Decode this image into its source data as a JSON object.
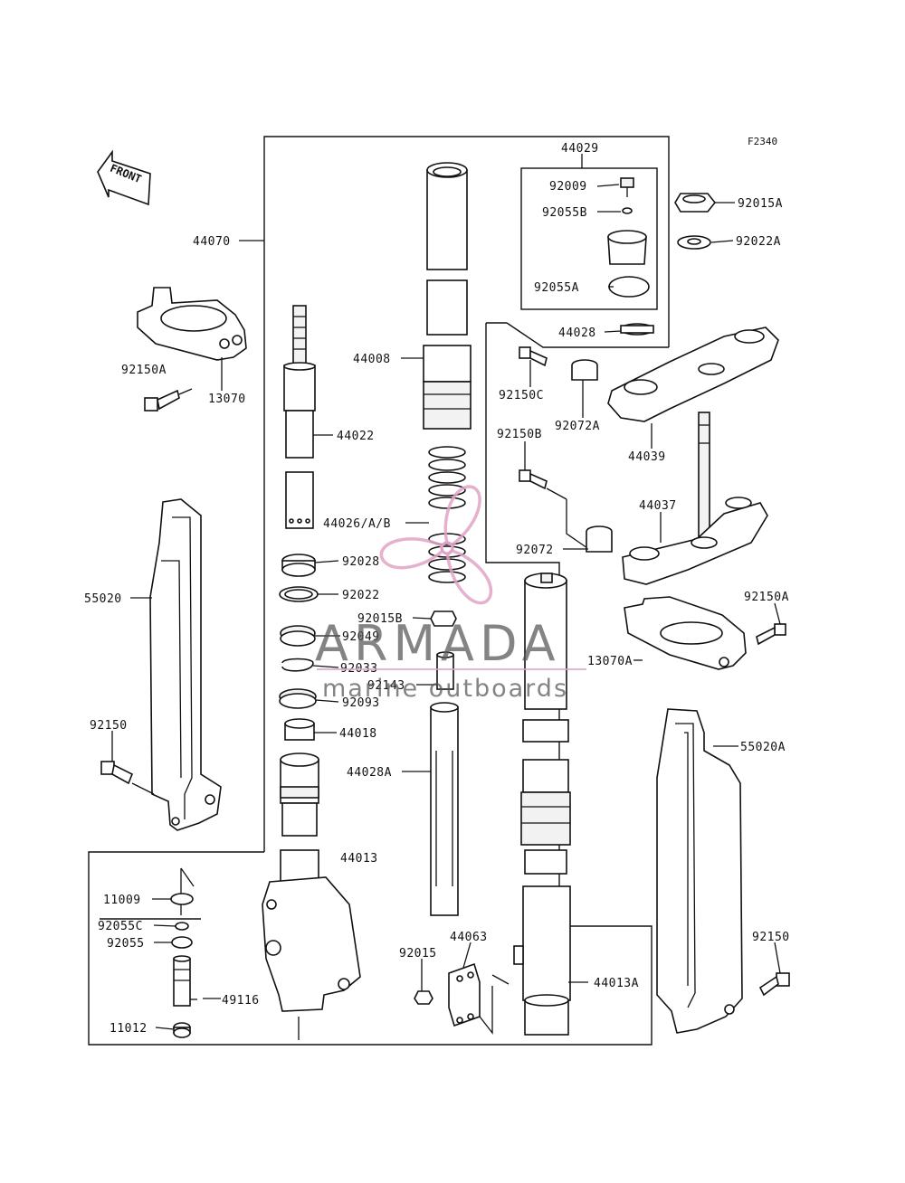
{
  "diagram": {
    "reference": "F2340",
    "front_label": "FRONT",
    "watermark": {
      "brand": "ARMADA",
      "tagline": "marine outboards",
      "color": "#e0a3c6"
    },
    "labels": {
      "p44029": "44029",
      "p92009": "92009",
      "p92055B": "92055B",
      "p92055A": "92055A",
      "p44028": "44028",
      "p92015A": "92015A",
      "p92022A": "92022A",
      "p44070": "44070",
      "p44008": "44008",
      "p92150A_top": "92150A",
      "p13070": "13070",
      "p44022": "44022",
      "p92150C": "92150C",
      "p92072A": "92072A",
      "p44039": "44039",
      "p92150B": "92150B",
      "p44037": "44037",
      "p44026": "44026/A/B",
      "p92072": "92072",
      "p55020": "55020",
      "p92028": "92028",
      "p92022": "92022",
      "p92150A_right": "92150A",
      "p92015B": "92015B",
      "p92049": "92049",
      "p13070A": "13070A",
      "p92033": "92033",
      "p92143": "92143",
      "p92093": "92093",
      "p92150_left": "92150",
      "p44018": "44018",
      "p55020A": "55020A",
      "p44028A": "44028A",
      "p44013": "44013",
      "p11009": "11009",
      "p92055C": "92055C",
      "p92055": "92055",
      "p92150_right": "92150",
      "p44063": "44063",
      "p92015": "92015",
      "p49116": "49116",
      "p44013A": "44013A",
      "p11012": "11012"
    }
  }
}
